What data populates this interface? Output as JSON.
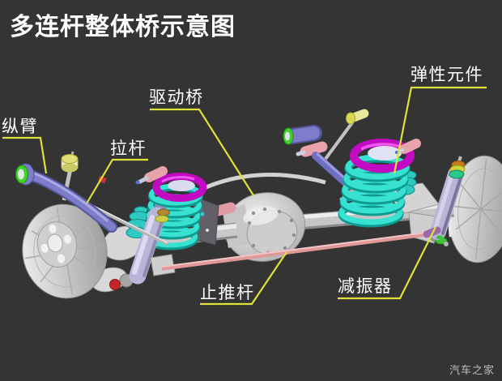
{
  "title": "多连杆整体桥示意图",
  "watermark": "汽车之家",
  "annotations": [
    {
      "id": "trailing-arm",
      "label": "纵臂"
    },
    {
      "id": "tie-rod",
      "label": "拉杆"
    },
    {
      "id": "drive-axle",
      "label": "驱动桥"
    },
    {
      "id": "elastic-element",
      "label": "弹性元件"
    },
    {
      "id": "thrust-rod",
      "label": "止推杆"
    },
    {
      "id": "shock-absorber",
      "label": "减振器"
    }
  ],
  "colors": {
    "background": "#343434",
    "text": "#ffffff",
    "leader": "#dde23a",
    "spring": "#38e2d2",
    "spring_seat": "#c20ac2",
    "shock": "#b9b5d8",
    "panhard_rod": "#e09898",
    "control_arm": "#7d7dcb",
    "metal": "#cccccc"
  }
}
